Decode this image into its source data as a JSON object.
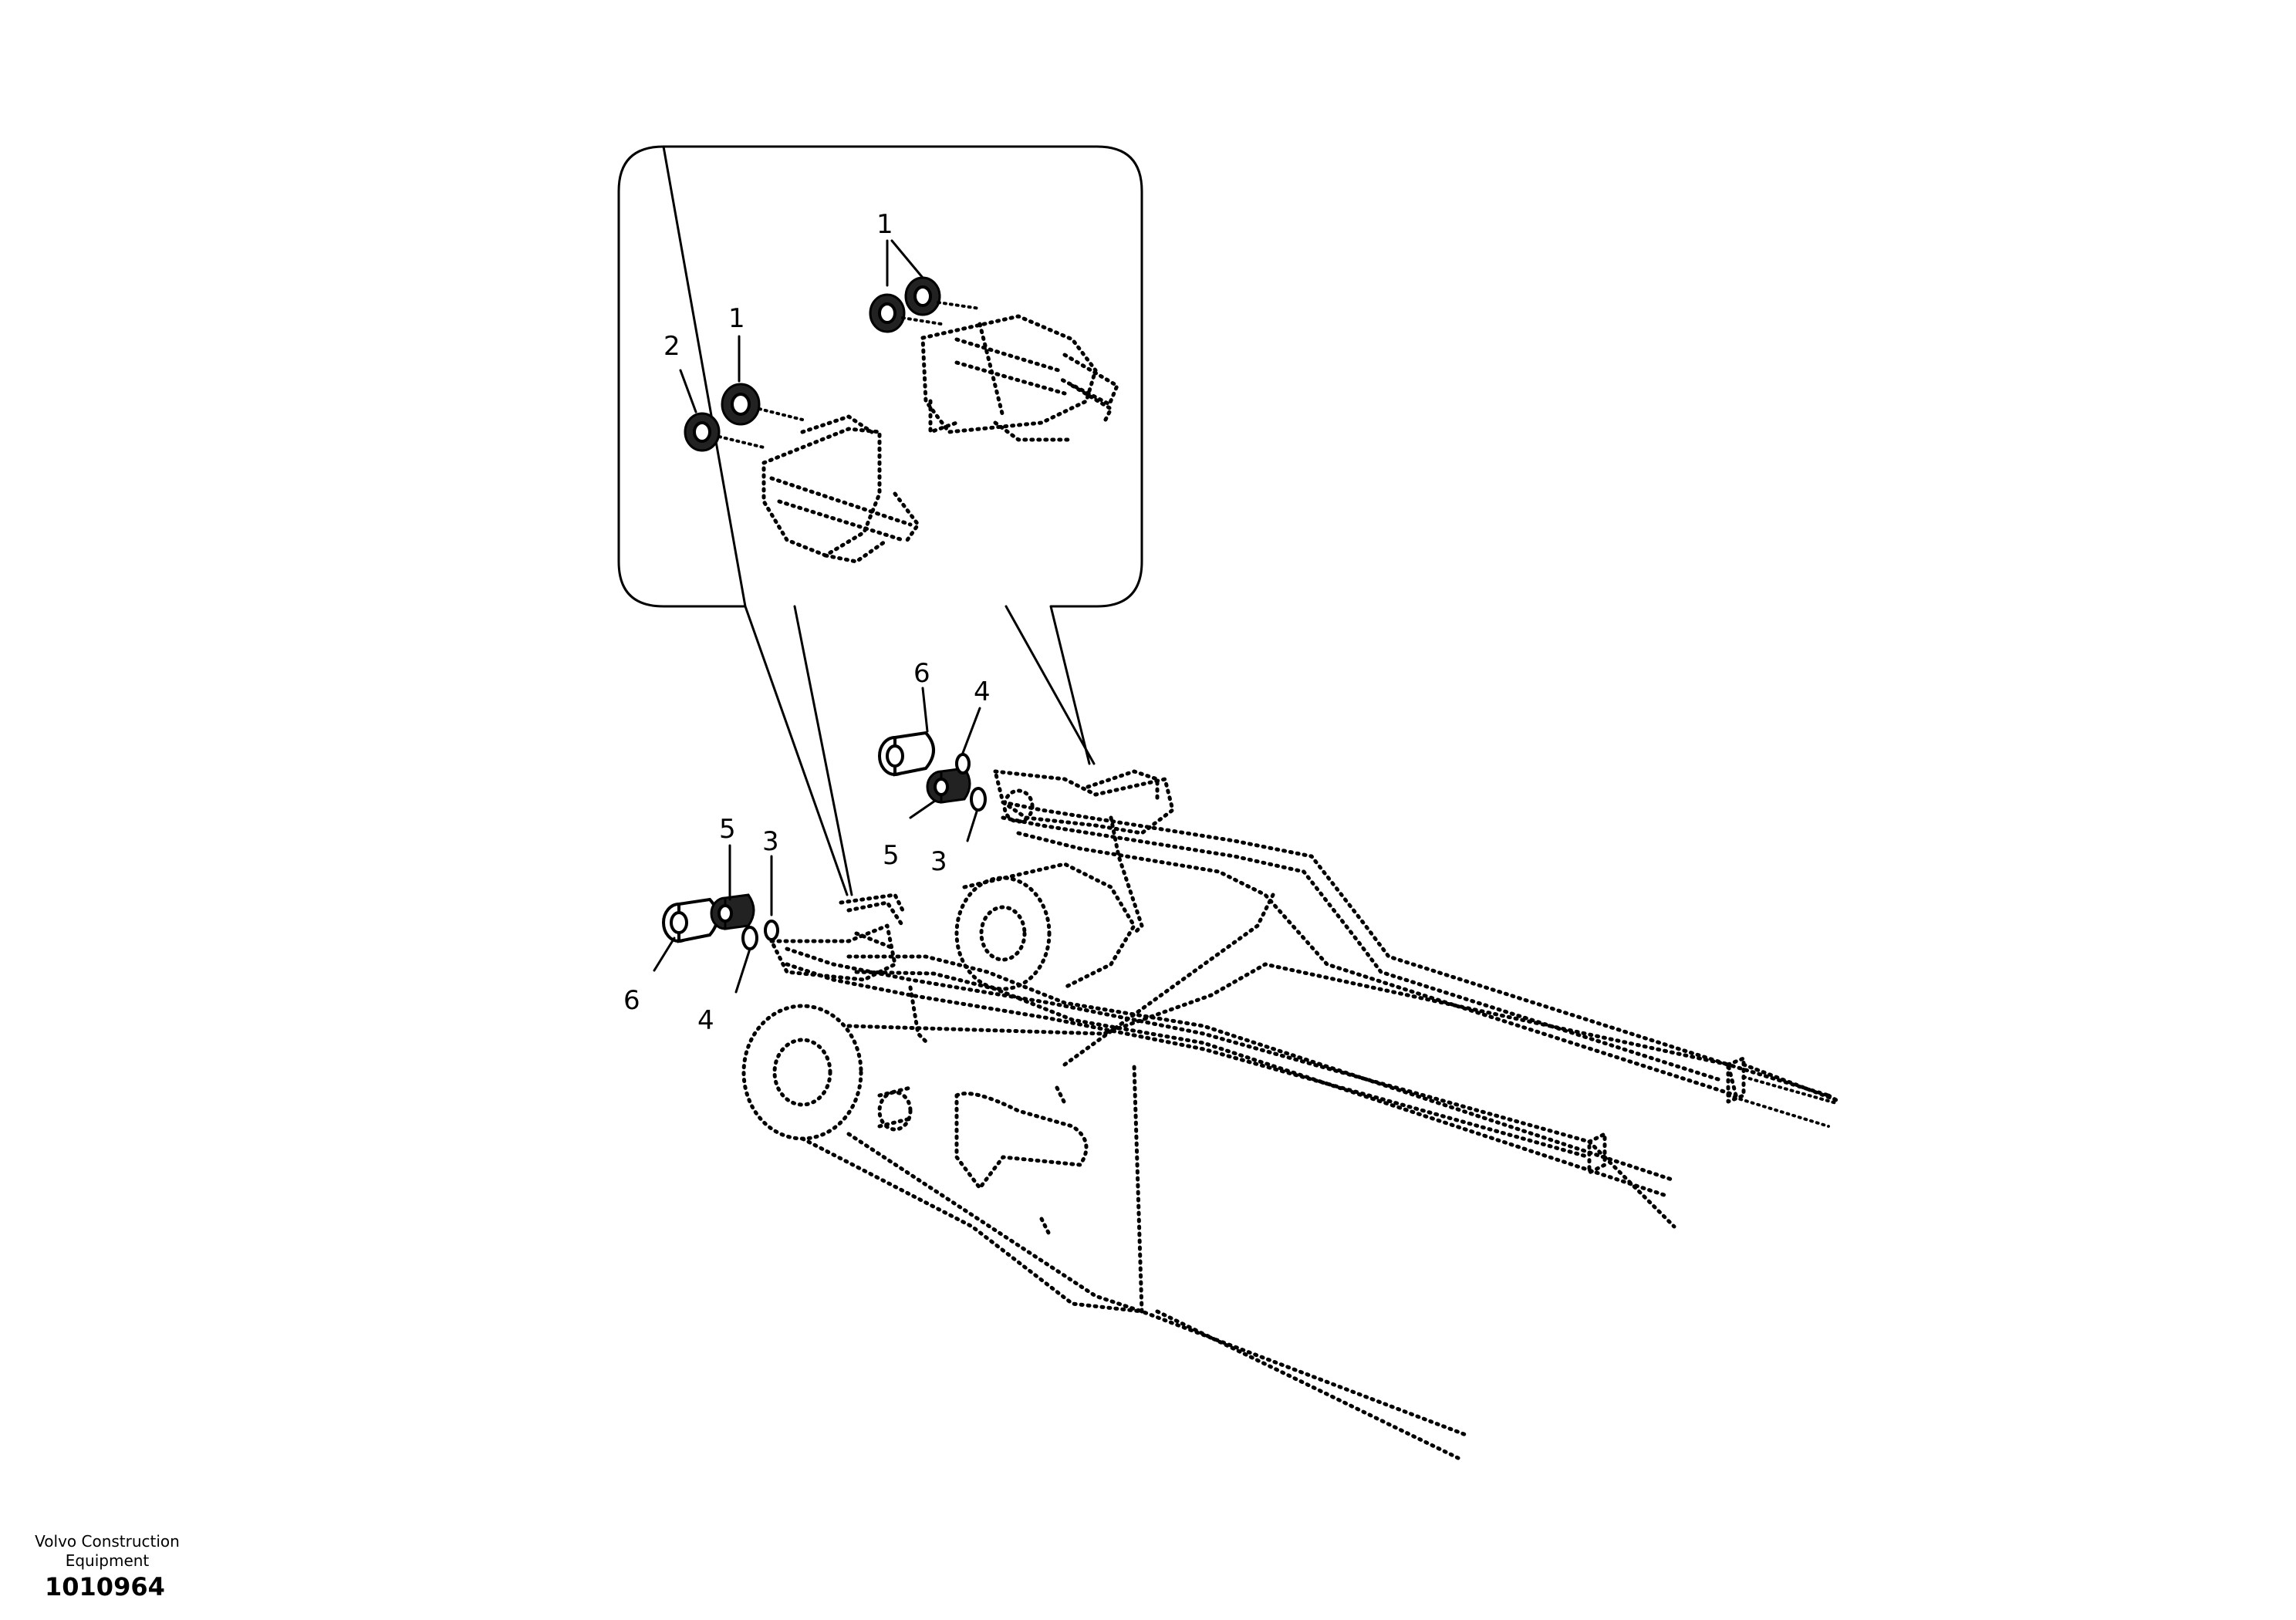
{
  "callouts": {
    "inset_pair_1": "1",
    "inset_single_1": "1",
    "inset_2": "2",
    "right_6": "6",
    "right_4": "4",
    "right_5": "5",
    "right_3": "3",
    "left_5": "5",
    "left_3": "3",
    "left_6": "6",
    "left_4": "4"
  },
  "footer": {
    "brand": "Volvo Construction Equipment",
    "drawing_number": "1010964"
  }
}
